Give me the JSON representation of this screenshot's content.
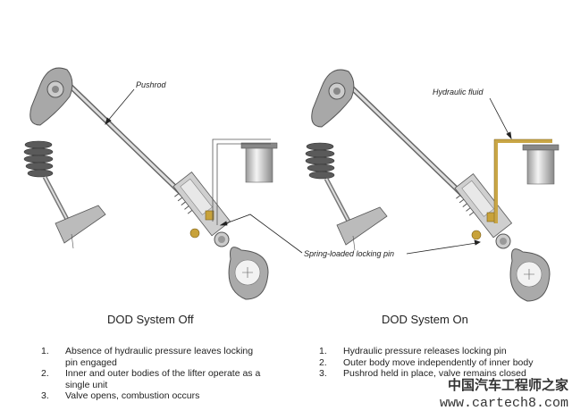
{
  "labels": {
    "pushrod": "Pushrod",
    "hydraulic_fluid": "Hydraulic fluid",
    "locking_pin": "Spring-loaded locking pin"
  },
  "panels": [
    {
      "title": "DOD System Off",
      "items": [
        {
          "num": "1.",
          "text": "Absence of hydraulic pressure leaves locking pin engaged"
        },
        {
          "num": "2.",
          "text": "Inner and outer bodies of the lifter operate as a single unit"
        },
        {
          "num": "3.",
          "text": "Valve opens, combustion occurs"
        }
      ]
    },
    {
      "title": "DOD System On",
      "items": [
        {
          "num": "1.",
          "text": "Hydraulic pressure releases locking pin"
        },
        {
          "num": "2.",
          "text": "Outer body move independently of inner body"
        },
        {
          "num": "3.",
          "text": "Pushrod held in place, valve remains closed"
        }
      ]
    }
  ],
  "watermark": {
    "cn": "中国汽车工程师之家",
    "url": "www.cartech8.com"
  },
  "colors": {
    "metal": "#b9b9b9",
    "metal_dark": "#6f6f6f",
    "fluid": "#c9a646",
    "pin": "#c8a23a"
  }
}
